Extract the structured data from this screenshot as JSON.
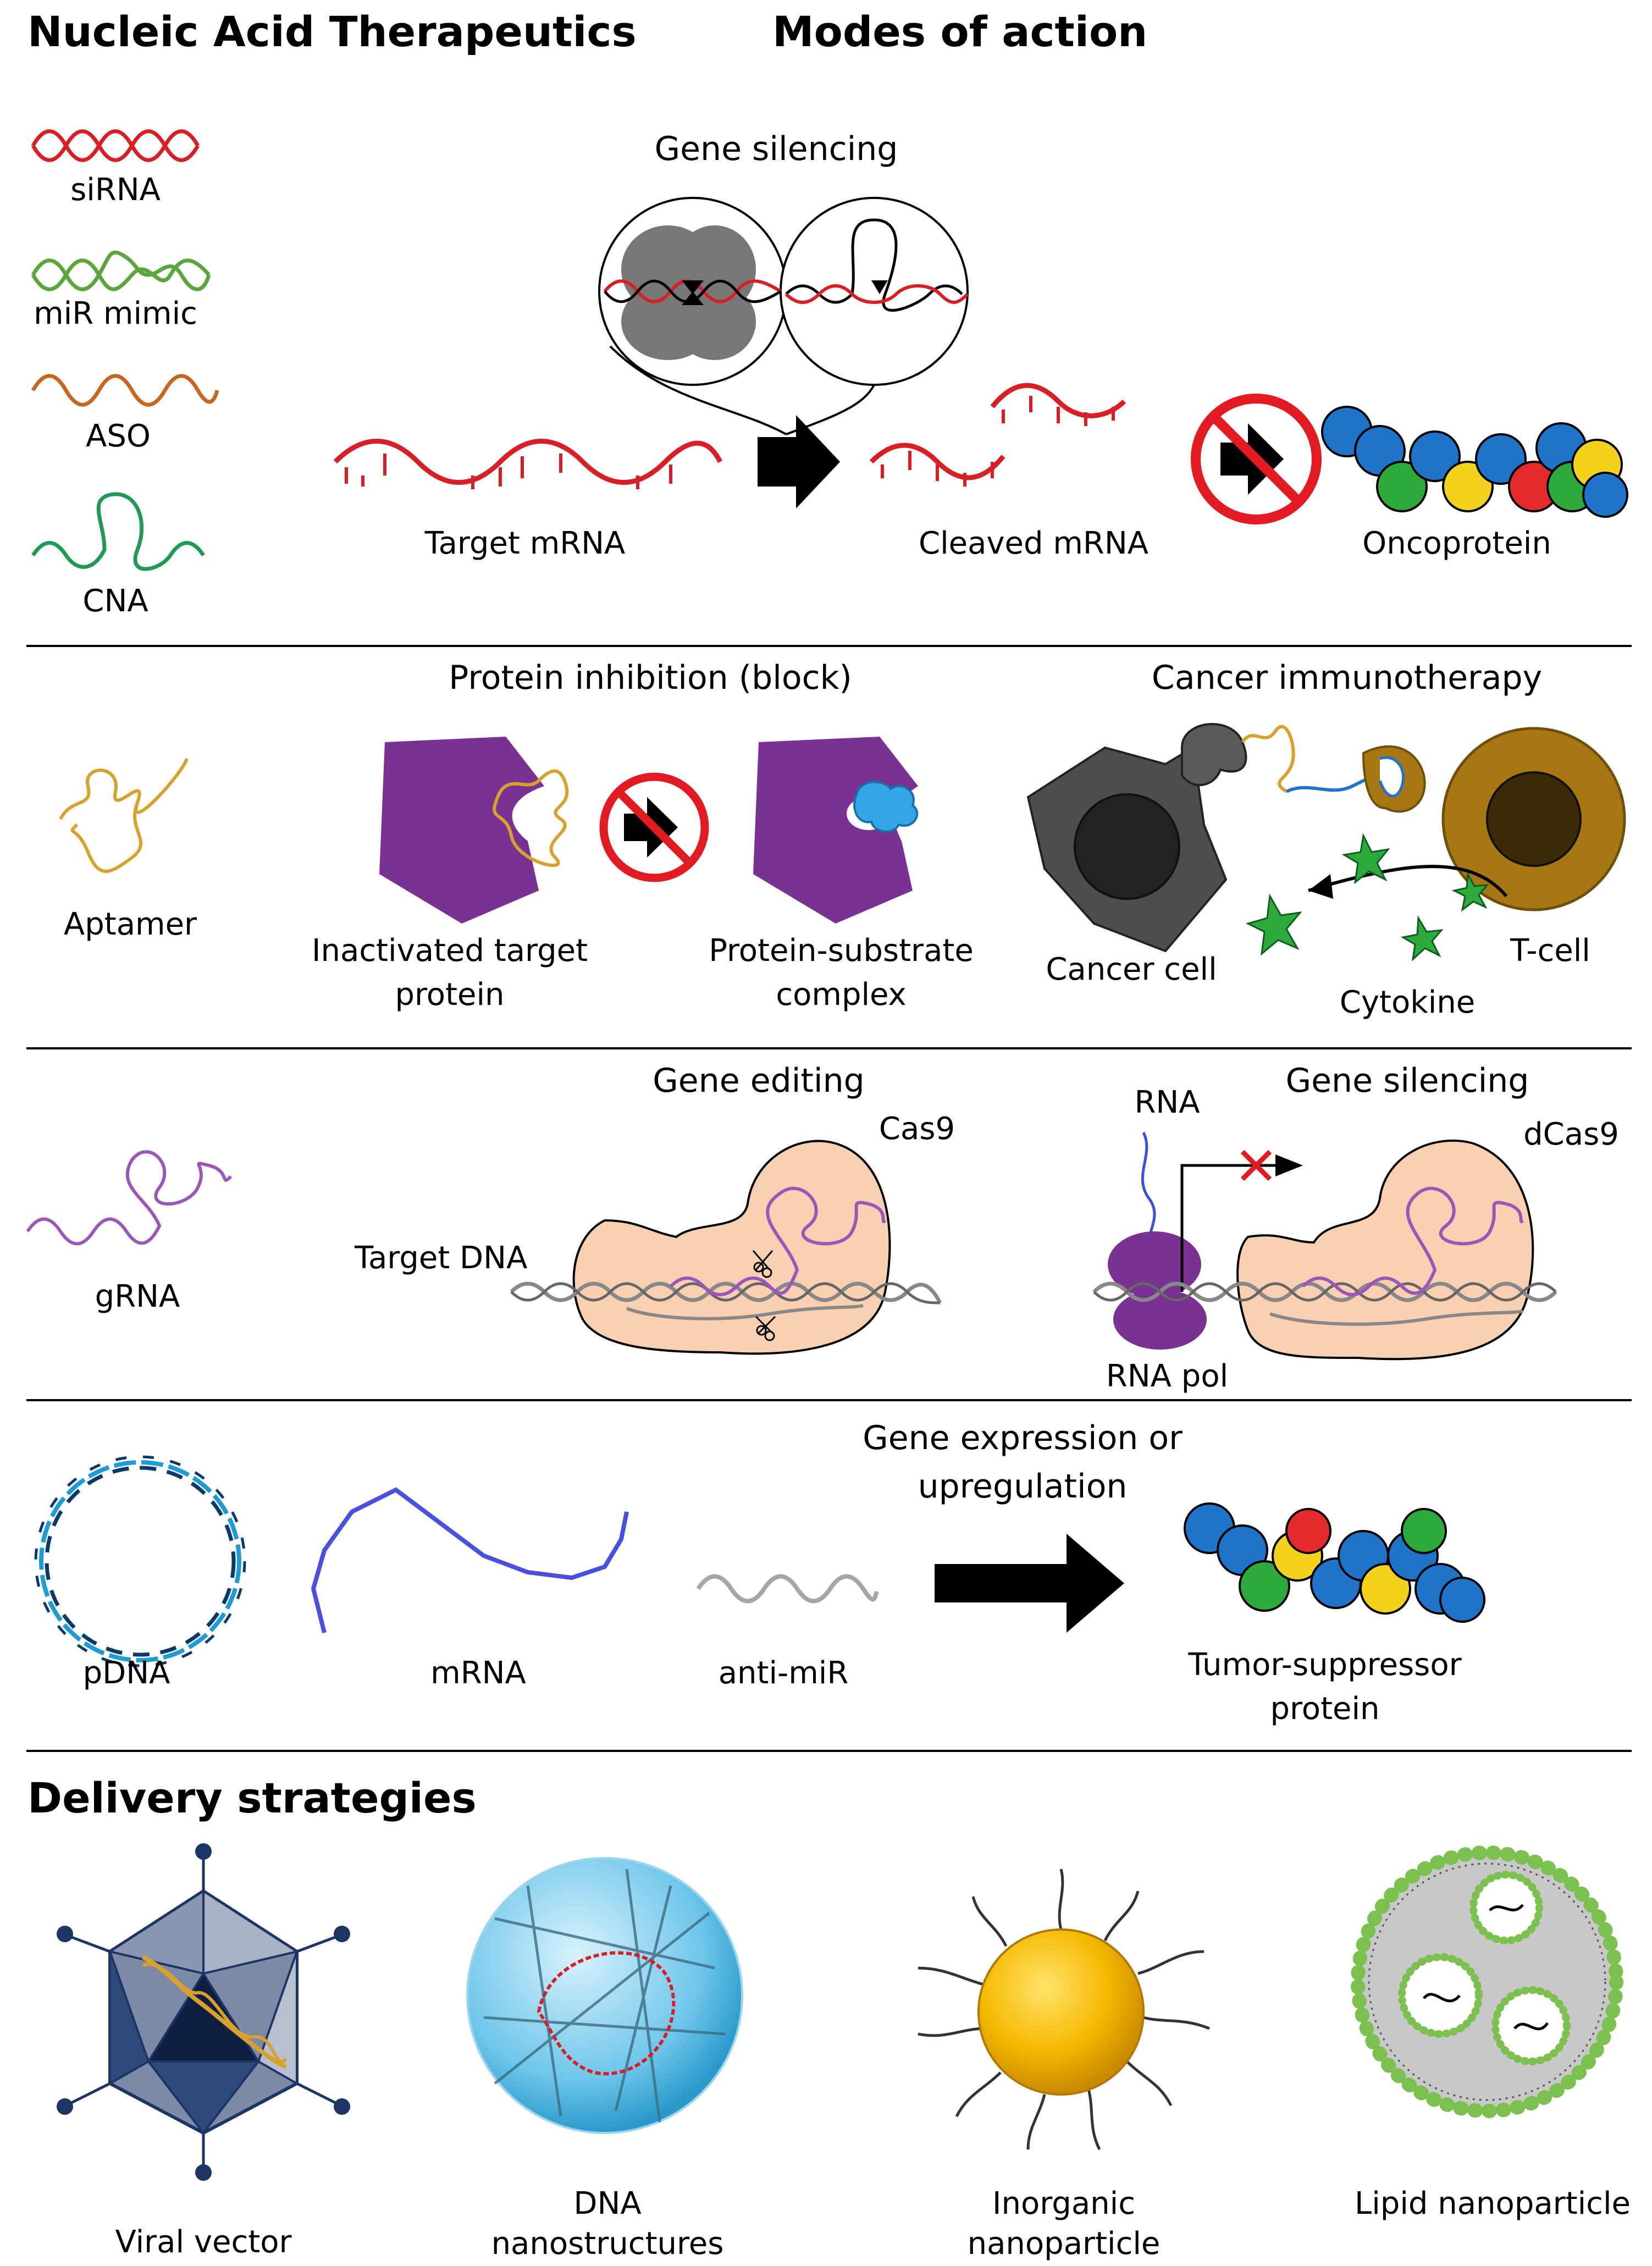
{
  "header": {
    "title": "Nucleic Acid Therapeutics",
    "modes_title": "Modes of action",
    "delivery_title": "Delivery strategies"
  },
  "row1": {
    "title": "Gene silencing",
    "labels": {
      "sirna": "siRNA",
      "mir_mimic": "miR mimic",
      "aso": "ASO",
      "cna": "CNA",
      "target_mrna": "Target mRNA",
      "cleaved_mrna": "Cleaved mRNA",
      "oncoprotein": "Oncoprotein"
    }
  },
  "row2": {
    "inhibition_title": "Protein inhibition (block)",
    "immuno_title": "Cancer immunotherapy",
    "labels": {
      "aptamer": "Aptamer",
      "inactivated_1": "Inactivated target",
      "inactivated_2": "protein",
      "complex_1": "Protein-substrate",
      "complex_2": "complex",
      "cancer_cell": "Cancer cell",
      "t_cell": "T-cell",
      "cytokine": "Cytokine"
    }
  },
  "row3": {
    "editing_title": "Gene editing",
    "silencing_title": "Gene silencing",
    "labels": {
      "grna": "gRNA",
      "target_dna": "Target DNA",
      "cas9": "Cas9",
      "dcas9": "dCas9",
      "rna": "RNA",
      "rna_pol": "RNA pol"
    }
  },
  "row4": {
    "title_1": "Gene expression or",
    "title_2": "upregulation",
    "labels": {
      "pdna": "pDNA",
      "mrna": "mRNA",
      "anti_mir": "anti-miR",
      "tumor_1": "Tumor-suppressor",
      "tumor_2": "protein"
    }
  },
  "delivery": {
    "viral": "Viral vector",
    "dna_1": "DNA",
    "dna_2": "nanostructures",
    "inorg_1": "Inorganic",
    "inorg_2": "nanoparticle",
    "lipid": "Lipid nanoparticle"
  },
  "colors": {
    "sirna": "#d81f26",
    "mir": "#5aa63b",
    "aso": "#c6661f",
    "cna": "#1e9a55",
    "aptamer": "#d8a12b",
    "protein": "#7a3194",
    "grna": "#9b57b8",
    "cas9": "#fad0b2",
    "bead_blue": "#1f73c8",
    "bead_green": "#2eaa3c",
    "bead_yellow": "#f2d21a",
    "bead_red": "#e42a2a",
    "t_cell": "#a67712",
    "viral": "#1c3564"
  }
}
